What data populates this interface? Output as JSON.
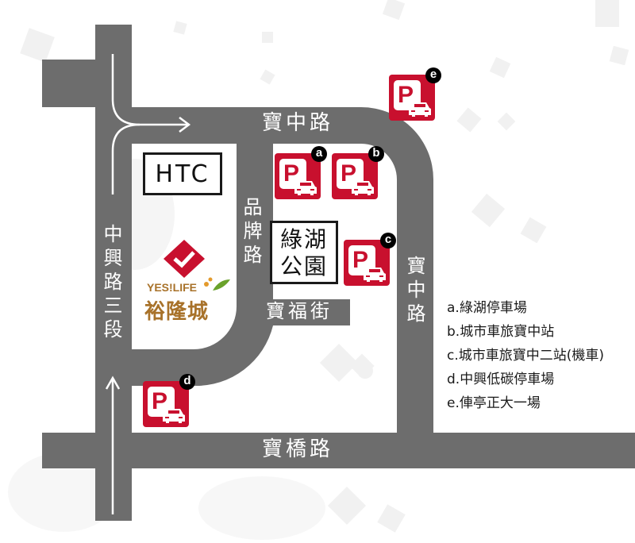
{
  "colors": {
    "road": "#6d6d6d",
    "parking_red": "#c8102e",
    "badge_black": "#000000",
    "logo_gold": "#a8722a",
    "logo_green": "#6aa22b",
    "background_shape": "#f1f1f1"
  },
  "roads": {
    "zhongxing_sec3": "中興路三段",
    "baozhong_top": "寶中路",
    "baozhong_right": "寶中路",
    "pinpai": "品牌路",
    "baofu": "寶福街",
    "baoqiao": "寶橋路"
  },
  "landmarks": {
    "htc": "HTC",
    "lulake_park": "綠湖公園",
    "yeslife_en": "YES!LIFE",
    "yeslife_zh": "裕隆城"
  },
  "parking_lots": [
    {
      "id": "a",
      "icon": "parking-car-icon",
      "glyph": "P"
    },
    {
      "id": "b",
      "icon": "parking-car-icon",
      "glyph": "P"
    },
    {
      "id": "c",
      "icon": "parking-car-icon",
      "glyph": "P"
    },
    {
      "id": "d",
      "icon": "parking-car-icon",
      "glyph": "P"
    },
    {
      "id": "e",
      "icon": "parking-car-icon",
      "glyph": "P"
    }
  ],
  "legend": [
    "a.綠湖停車場",
    "b.城市車旅寶中站",
    "c.城市車旅寶中二站(機車)",
    "d.中興低碳停車場",
    "e.俥亭正大一場"
  ]
}
